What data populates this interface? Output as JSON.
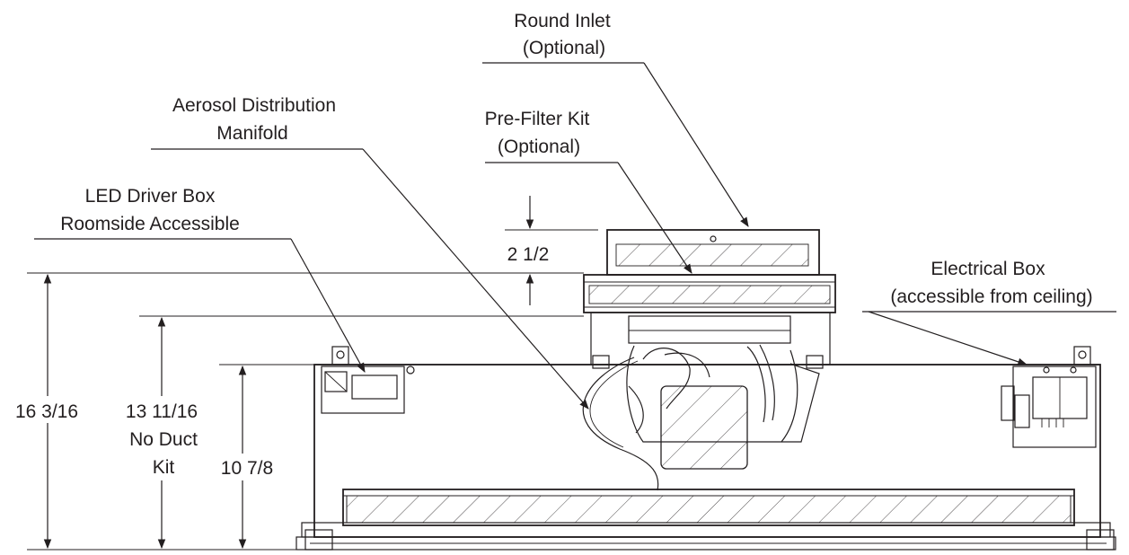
{
  "callouts": {
    "round_inlet": [
      "Round Inlet",
      "(Optional)"
    ],
    "aerosol_manifold": [
      "Aerosol Distribution",
      "Manifold"
    ],
    "pre_filter": [
      "Pre-Filter Kit",
      "(Optional)"
    ],
    "led_driver": [
      "LED Driver Box",
      "Roomside Accessible"
    ],
    "electrical_box": [
      "Electrical Box",
      "(accessible from ceiling)"
    ]
  },
  "dimensions": {
    "overall_height": "16 3/16",
    "no_duct_height": [
      "13 11/16",
      "No Duct",
      "Kit"
    ],
    "housing_height": "10 7/8",
    "inlet_offset": "2 1/2"
  }
}
